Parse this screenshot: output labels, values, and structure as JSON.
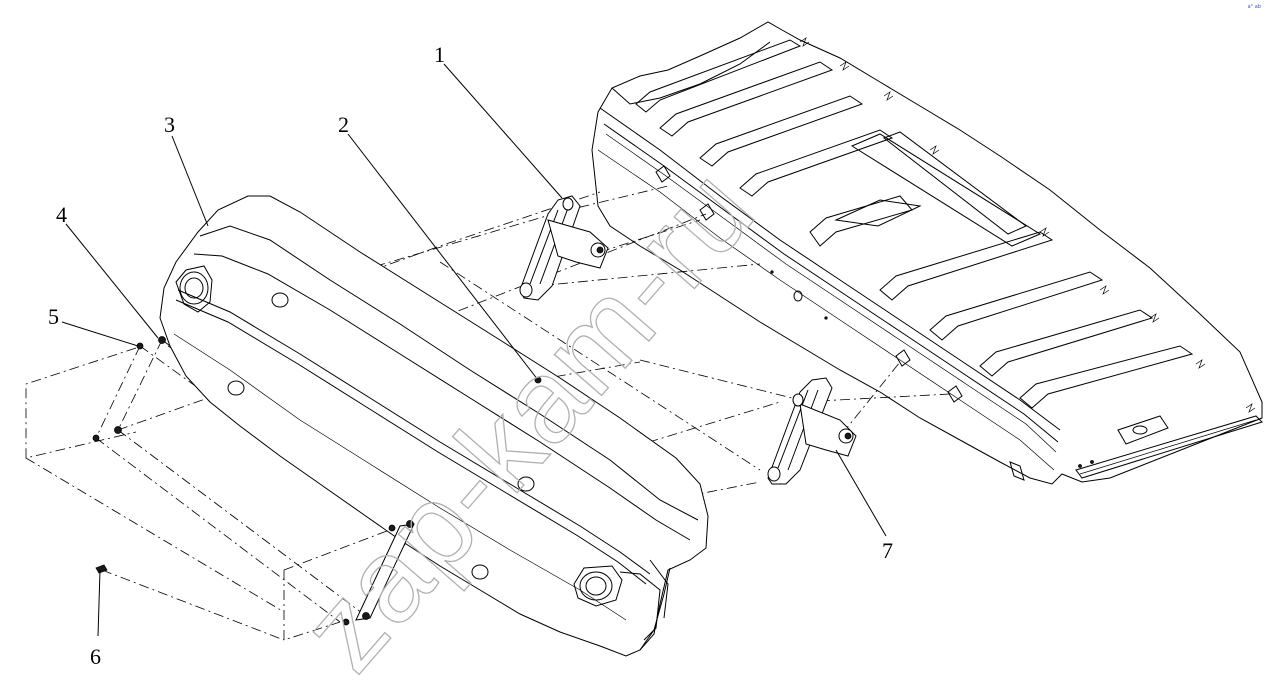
{
  "diagram": {
    "callouts": {
      "c1": "1",
      "c2": "2",
      "c3": "3",
      "c4": "4",
      "c5": "5",
      "c6": "6",
      "c7": "7"
    },
    "watermark": "zap-kam-ru",
    "corner_logo": "a° ab"
  }
}
